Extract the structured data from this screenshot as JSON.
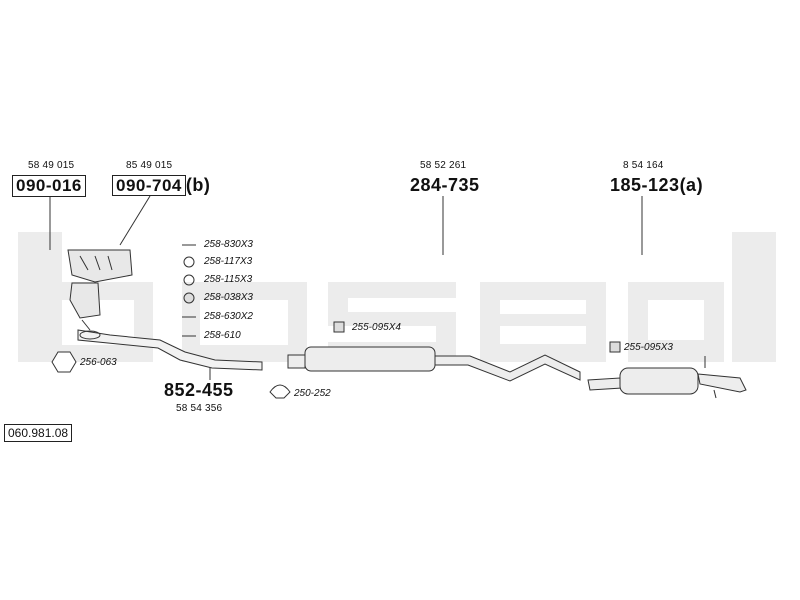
{
  "watermark": "bosal",
  "parts": {
    "catalyst": {
      "oe": "58 49 015",
      "code": "090-016"
    },
    "manifold": {
      "oe": "85 49 015",
      "code": "090-704",
      "suffix": "(b)"
    },
    "middle_silencer": {
      "oe": "58 52 261",
      "code": "284-735"
    },
    "rear_silencer": {
      "oe": "8 54 164",
      "code": "185-123",
      "suffix": "(a)"
    },
    "front_pipe": {
      "oe": "58 54 356",
      "code": "852-455"
    }
  },
  "fittings": [
    {
      "label": "258-830X3",
      "icon": "bolt-icon"
    },
    {
      "label": "258-117X3",
      "icon": "ring-icon"
    },
    {
      "label": "258-115X3",
      "icon": "ring-icon"
    },
    {
      "label": "258-038X3",
      "icon": "nut-icon"
    },
    {
      "label": "258-630X2",
      "icon": "bolt-icon"
    },
    {
      "label": "258-610",
      "icon": "bolt-icon"
    }
  ],
  "gasket": "256-063",
  "clamp": "250-252",
  "mount_middle": "255-095X4",
  "mount_rear": "255-095X3",
  "diagram_code": "060.981.08"
}
